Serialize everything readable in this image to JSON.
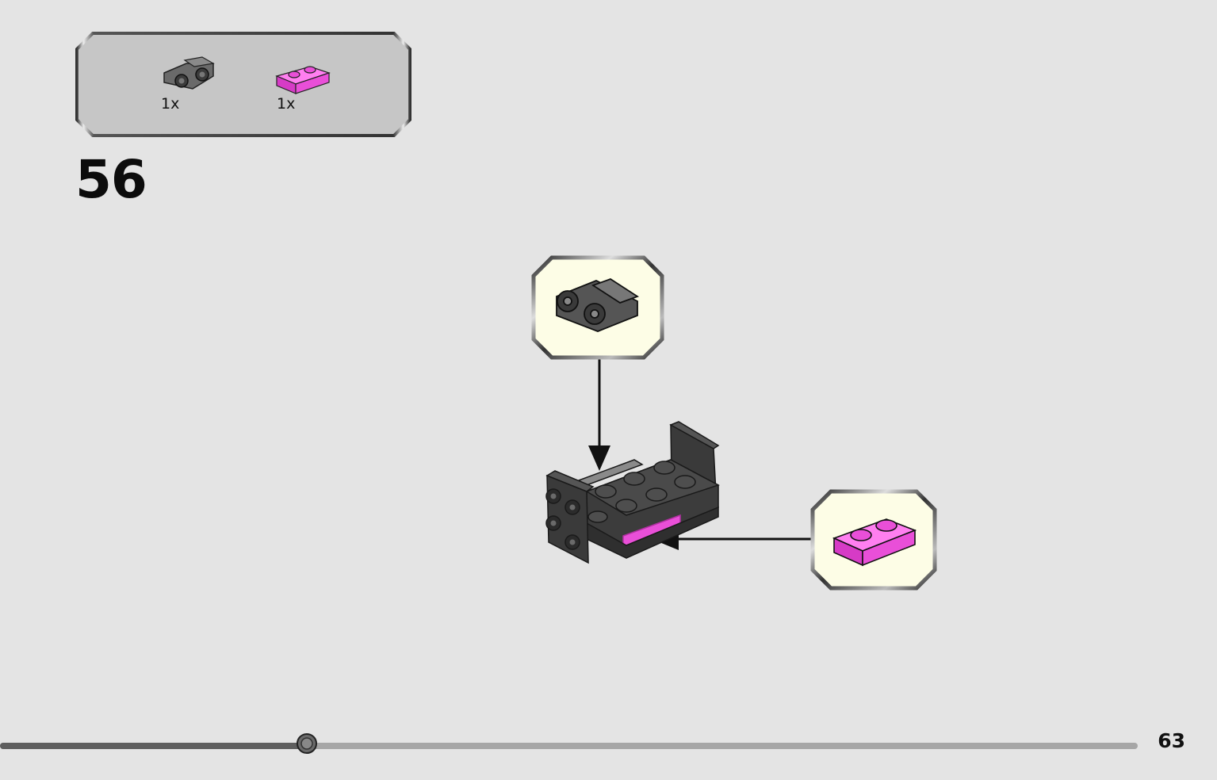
{
  "parts_list": {
    "items": [
      {
        "name": "dark-gray-bracket-1x2-2x2",
        "color": "#5a5a5a",
        "quantity": "1x"
      },
      {
        "name": "magenta-plate-1x2",
        "color": "#e94fd8",
        "quantity": "1x"
      }
    ]
  },
  "step": {
    "number": "56"
  },
  "colors": {
    "background": "#e4e4e4",
    "callout_fill": "#fdfde6",
    "parts_fill": "#c8c8c8",
    "dark_gray": "#4e4e4e",
    "magenta": "#e94fd8"
  },
  "progress": {
    "fraction": 0.27
  },
  "page": {
    "number": "63"
  }
}
